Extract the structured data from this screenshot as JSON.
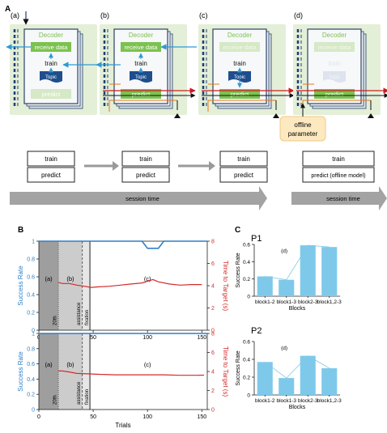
{
  "panel_labels": {
    "A": "A",
    "B": "B",
    "C": "C"
  },
  "sub_labels": [
    "(a)",
    "(b)",
    "(c)",
    "(d)"
  ],
  "modules": {
    "decoder": "Decoder",
    "receive": "receive data",
    "train": "train",
    "topic": "Topic",
    "predict": "predict",
    "offline": [
      "offline",
      "parameter"
    ]
  },
  "timeline": {
    "boxes": [
      {
        "top": "train",
        "bottom": "predict"
      },
      {
        "top": "train",
        "bottom": "predict"
      },
      {
        "top": "train",
        "bottom": "predict"
      },
      {
        "top": "train",
        "bottom": "predict (offline model)"
      }
    ],
    "arrow_label": "session time"
  },
  "colors": {
    "success": "#2e7fc6",
    "time": "#d62a2a",
    "bar": "#7ec9ea",
    "green": "#7cc24e",
    "topic": "#1f4e8c",
    "blue_arrow": "#2c9ad6",
    "orange": "#e8761c",
    "red_arrow": "#c91d1d"
  },
  "chart_data": [
    {
      "type": "line",
      "xlabel": "",
      "ylabel_left": "Success Rate",
      "ylabel_right": "Time to Target (s)",
      "xlim": [
        0,
        155
      ],
      "ylim_left": [
        0,
        1
      ],
      "ylim_right": [
        0,
        8
      ],
      "xticks": [
        "0",
        "50",
        "100",
        "150"
      ],
      "yticks_left": [
        "0",
        "0.2",
        "0.4",
        "0.6",
        "0.8",
        "1"
      ],
      "yticks_right": [
        "0",
        "2",
        "4",
        "6",
        "8"
      ],
      "regions": [
        "(a)",
        "(b)",
        "(c)"
      ],
      "vlabels": [
        "20th",
        "assistance",
        "fixation"
      ],
      "series": [
        {
          "axis": "left",
          "x": [
            0,
            95,
            100,
            110,
            115,
            155
          ],
          "y": [
            1,
            1,
            0.92,
            0.92,
            1,
            1
          ]
        },
        {
          "axis": "right",
          "x": [
            18,
            22,
            28,
            35,
            42,
            48,
            55,
            65,
            75,
            85,
            95,
            100,
            105,
            110,
            120,
            130,
            140,
            150
          ],
          "y": [
            4.3,
            4.2,
            4.2,
            4.05,
            3.95,
            3.85,
            3.9,
            3.95,
            4.05,
            4.15,
            4.25,
            4.4,
            4.55,
            4.35,
            4.15,
            4.05,
            4.1,
            4.1
          ]
        }
      ]
    },
    {
      "type": "line",
      "xlabel": "Trials",
      "ylabel_left": "Success Rate",
      "ylabel_right": "Time to Target (s)",
      "xlim": [
        0,
        155
      ],
      "ylim_left": [
        0,
        1
      ],
      "ylim_right": [
        0,
        8
      ],
      "xticks": [
        "0",
        "50",
        "100",
        "150"
      ],
      "yticks_left": [
        "0",
        "0.2",
        "0.4",
        "0.6",
        "0.8",
        "1"
      ],
      "yticks_right": [
        "0",
        "2",
        "4",
        "6",
        "8"
      ],
      "regions": [
        "(a)",
        "(b)",
        "(c)"
      ],
      "vlabels": [
        "20th",
        "assistance",
        "fixation"
      ],
      "series": [
        {
          "axis": "left",
          "x": [
            0,
            155
          ],
          "y": [
            1,
            1
          ]
        },
        {
          "axis": "right",
          "x": [
            18,
            22,
            28,
            35,
            45,
            55,
            70,
            85,
            100,
            115,
            130,
            145,
            152
          ],
          "y": [
            4.05,
            4.05,
            3.95,
            3.8,
            3.75,
            3.7,
            3.65,
            3.65,
            3.65,
            3.65,
            3.6,
            3.6,
            3.62
          ]
        }
      ]
    },
    {
      "type": "bar",
      "title": "P1",
      "xlabel": "Blocks",
      "ylabel": "Success Rate",
      "annotation": "(d)",
      "categories": [
        "block1-2",
        "block1-3",
        "block2-3",
        "block1,2-3"
      ],
      "values": [
        0.23,
        0.19,
        0.59,
        0.57
      ],
      "ylim": [
        0,
        0.6
      ],
      "yticks": [
        "0",
        "0.2",
        "0.4",
        "0.6"
      ]
    },
    {
      "type": "bar",
      "title": "P2",
      "xlabel": "Blocks",
      "ylabel": "Success Rate",
      "annotation": "(d)",
      "categories": [
        "block1-2",
        "block1-3",
        "block2-3",
        "block1,2-3"
      ],
      "values": [
        0.37,
        0.19,
        0.44,
        0.3
      ],
      "ylim": [
        0,
        0.6
      ],
      "yticks": [
        "0",
        "0.2",
        "0.4",
        "0.6"
      ]
    }
  ]
}
